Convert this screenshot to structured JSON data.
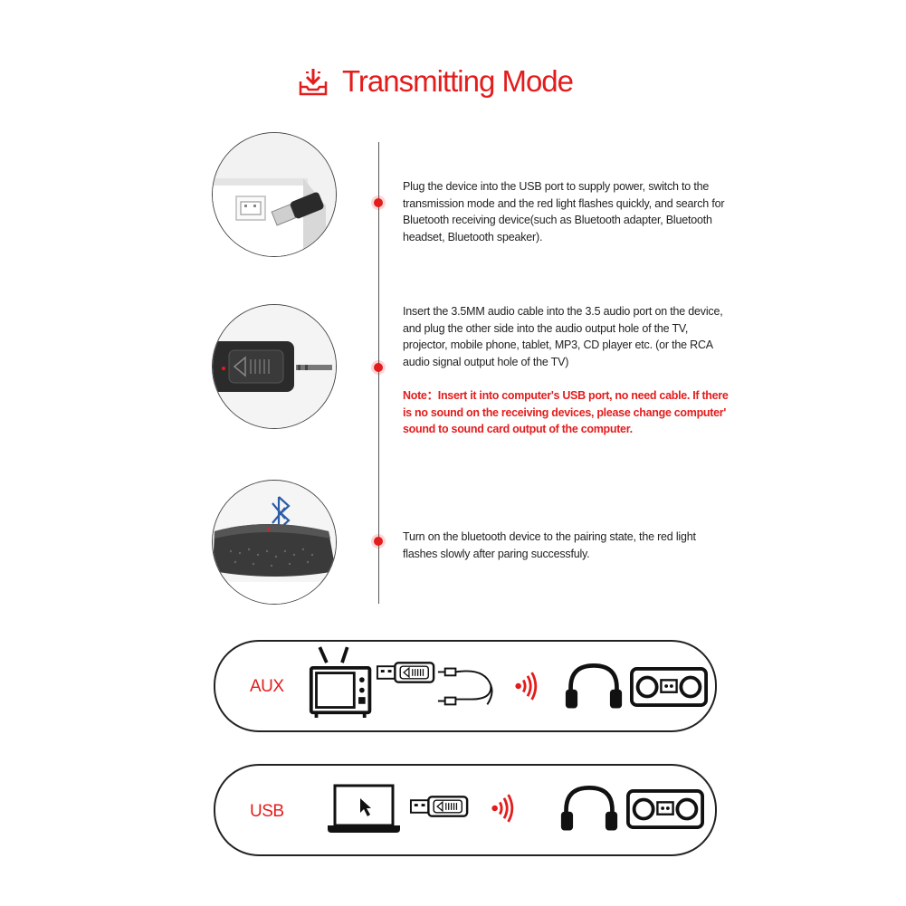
{
  "header": {
    "title": "Transmitting Mode",
    "icon": "download-tray-icon",
    "accent_color": "#e31c1c"
  },
  "steps": [
    {
      "image": "usb-port-photo",
      "text": "Plug the device into the USB port to supply power, switch to the transmission mode and the red light flashes quickly, and search for Bluetooth receiving device(such as Bluetooth  adapter, Bluetooth headset, Bluetooth speaker)."
    },
    {
      "image": "audio-jack-photo",
      "text": "Insert the 3.5MM audio cable into the 3.5 audio port on the device, and plug the other side into the audio output hole of the TV, projector, mobile phone, tablet, MP3, CD player etc.  (or the RCA audio signal output hole of the TV)",
      "note": "Note：Insert it into computer's USB port, no need cable. If there is no sound on the receiving devices, please change computer' sound to sound card output of the computer."
    },
    {
      "image": "bluetooth-speaker-photo",
      "text": "Turn on the bluetooth device to the pairing state, the red light flashes slowly after paring successfuly."
    }
  ],
  "panels": [
    {
      "label": "AUX",
      "icons": [
        "tv-icon",
        "usb-adapter-icon",
        "audio-cable-icon",
        "signal-waves-icon",
        "headphones-icon",
        "speaker-icon"
      ]
    },
    {
      "label": "USB",
      "icons": [
        "laptop-icon",
        "usb-adapter-icon",
        "signal-waves-icon",
        "headphones-icon",
        "speaker-icon"
      ]
    }
  ]
}
